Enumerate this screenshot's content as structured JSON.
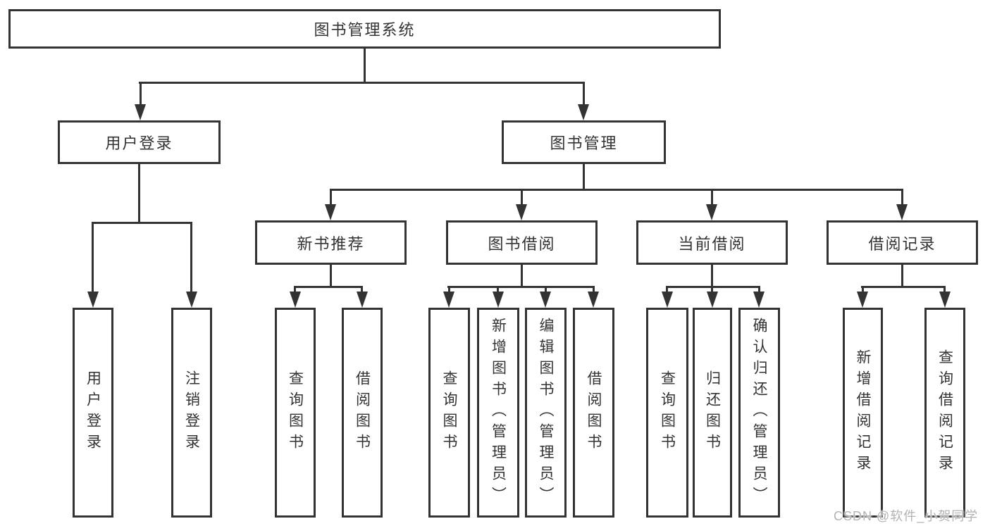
{
  "diagram": {
    "root": {
      "label": "图书管理系统"
    },
    "level2": {
      "user_login": {
        "label": "用户登录"
      },
      "book_mgmt": {
        "label": "图书管理"
      }
    },
    "level3": {
      "new_book_rec": {
        "label": "新书推荐"
      },
      "book_borrow": {
        "label": "图书借阅"
      },
      "current_borrow": {
        "label": "当前借阅"
      },
      "borrow_records": {
        "label": "借阅记录"
      }
    },
    "leaves": {
      "user_login": {
        "label": "用户登录"
      },
      "logout": {
        "label": "注销登录"
      },
      "query_books_rec": {
        "label": "查询图书"
      },
      "borrow_books_rec": {
        "label": "借阅图书"
      },
      "query_books_borrow": {
        "label": "查询图书"
      },
      "add_books_admin": {
        "label": "新增图书（管理员）"
      },
      "edit_books_admin": {
        "label": "编辑图书（管理员）"
      },
      "borrow_books": {
        "label": "借阅图书"
      },
      "query_books_current": {
        "label": "查询图书"
      },
      "return_books": {
        "label": "归还图书"
      },
      "confirm_return_admin": {
        "label": "确认归还（管理员）"
      },
      "add_borrow_record": {
        "label": "新增借阅记录"
      },
      "query_borrow_record": {
        "label": "查询借阅记录"
      }
    }
  },
  "watermark": {
    "text": "CSDN @软件_小贺同学"
  },
  "colors": {
    "line": "#333333",
    "text": "#333333",
    "background": "#ffffff",
    "watermark": "#b3b3b3"
  }
}
